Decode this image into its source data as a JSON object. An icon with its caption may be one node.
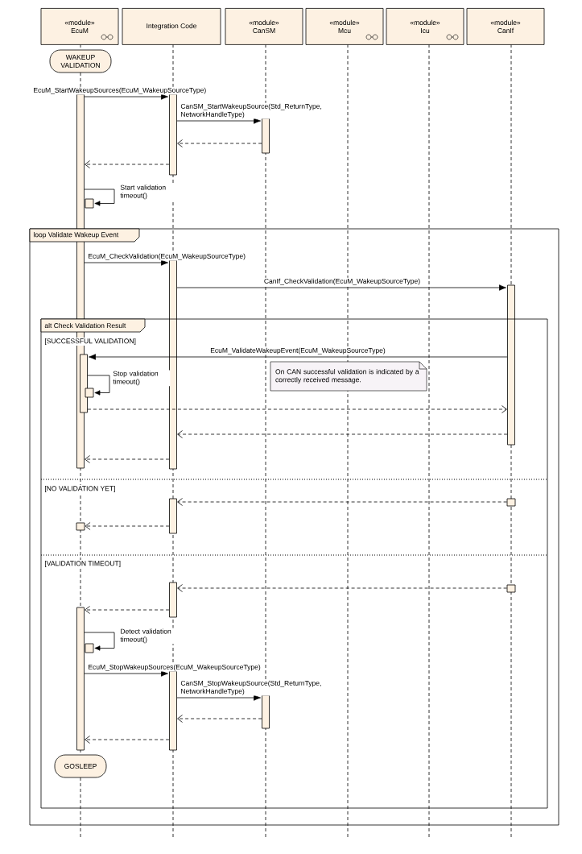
{
  "diagram": {
    "nodes": [
      {
        "text": [
          "«module»",
          "EcuM"
        ]
      },
      {
        "text": [
          "Integration Code"
        ]
      },
      {
        "text": [
          "«module»",
          "CanSM"
        ]
      },
      {
        "text": [
          "«module»",
          "Mcu"
        ]
      },
      {
        "text": [
          "«module»",
          "Icu"
        ]
      },
      {
        "text": [
          "«module»",
          "CanIf"
        ]
      },
      {
        "text": [
          "WAKEUP VALIDATION"
        ]
      },
      {
        "text": [
          "loop Validate Wakeup Event"
        ]
      },
      {
        "text": [
          "alt Check Validation Result",
          "[SUCCESSFUL VALIDATION]",
          "[NO VALIDATION YET]",
          "[VALIDATION TIMEOUT]"
        ],
        "in": 7
      },
      {
        "text": [
          "On CAN successful validation is indicated by a correctly received message."
        ],
        "in": 8
      },
      {
        "text": [
          "GOSLEEP"
        ],
        "in": 8
      },
      {
        "text": [],
        "shape": "bar"
      },
      {
        "text": [],
        "shape": "bar"
      },
      {
        "text": [],
        "shape": "bar"
      },
      {
        "text": [],
        "shape": "box"
      },
      {
        "text": [],
        "shape": "bar",
        "in": 7
      },
      {
        "text": [],
        "shape": "bar",
        "in": 7
      },
      {
        "text": [],
        "shape": "bar",
        "in": 8
      },
      {
        "text": [],
        "shape": "box",
        "in": 8
      },
      {
        "text": [],
        "shape": "bar",
        "in": 8
      },
      {
        "text": [],
        "shape": "box",
        "in": 8
      },
      {
        "text": [],
        "shape": "box",
        "in": 8
      },
      {
        "text": [],
        "shape": "bar",
        "in": 8
      },
      {
        "text": [],
        "shape": "box",
        "in": 8
      },
      {
        "text": [],
        "shape": "bar",
        "in": 8
      },
      {
        "text": [],
        "shape": "box",
        "in": 8
      },
      {
        "text": [],
        "shape": "bar",
        "in": 8
      },
      {
        "text": [],
        "shape": "bar",
        "in": 8
      }
    ],
    "edges": [
      {
        "from": 11,
        "to": 12,
        "arrow": "to",
        "label": "EcuM_StartWakeupSources(EcuM_WakeupSourceType)"
      },
      {
        "from": 12,
        "to": 13,
        "arrow": "to",
        "label": "CanSM_StartWakeupSource(Std_ReturnType, NetworkHandleType)"
      },
      {
        "from": 13,
        "to": 12,
        "arrow": "to",
        "style": "dashed"
      },
      {
        "from": 12,
        "to": 11,
        "arrow": "to",
        "style": "dashed"
      },
      {
        "from": 11,
        "to": 14,
        "arrow": "to",
        "label": "Start validation timeout()"
      },
      {
        "from": 11,
        "to": 15,
        "arrow": "to",
        "label": "EcuM_CheckValidation(EcuM_WakeupSourceType)"
      },
      {
        "from": 15,
        "to": 16,
        "arrow": "to",
        "label": "CanIf_CheckValidation(EcuM_WakeupSourceType)"
      },
      {
        "from": 16,
        "to": 17,
        "arrow": "to",
        "label": "EcuM_ValidateWakeupEvent(EcuM_WakeupSourceType)"
      },
      {
        "from": 17,
        "to": 18,
        "arrow": "to",
        "label": "Stop validation timeout()"
      },
      {
        "from": 17,
        "to": 16,
        "arrow": "to",
        "style": "dashed"
      },
      {
        "from": 16,
        "to": 15,
        "arrow": "to",
        "style": "dashed"
      },
      {
        "from": 15,
        "to": 11,
        "arrow": "to",
        "style": "dashed"
      },
      {
        "from": 20,
        "to": 19,
        "arrow": "to",
        "style": "dashed"
      },
      {
        "from": 19,
        "to": 21,
        "arrow": "to",
        "style": "dashed"
      },
      {
        "from": 23,
        "to": 22,
        "arrow": "to",
        "style": "dashed"
      },
      {
        "from": 22,
        "to": 24,
        "arrow": "to",
        "style": "dashed"
      },
      {
        "from": 24,
        "to": 25,
        "arrow": "to",
        "label": "Detect validation timeout()"
      },
      {
        "from": 24,
        "to": 26,
        "arrow": "to",
        "label": "EcuM_StopWakeupSources(EcuM_WakeupSourceType)"
      },
      {
        "from": 26,
        "to": 27,
        "arrow": "to",
        "label": "CanSM_StopWakeupSource(Std_ReturnType, NetworkHandleType)"
      },
      {
        "from": 27,
        "to": 26,
        "arrow": "to",
        "style": "dashed"
      },
      {
        "from": 26,
        "to": 24,
        "arrow": "to",
        "style": "dashed"
      }
    ]
  }
}
